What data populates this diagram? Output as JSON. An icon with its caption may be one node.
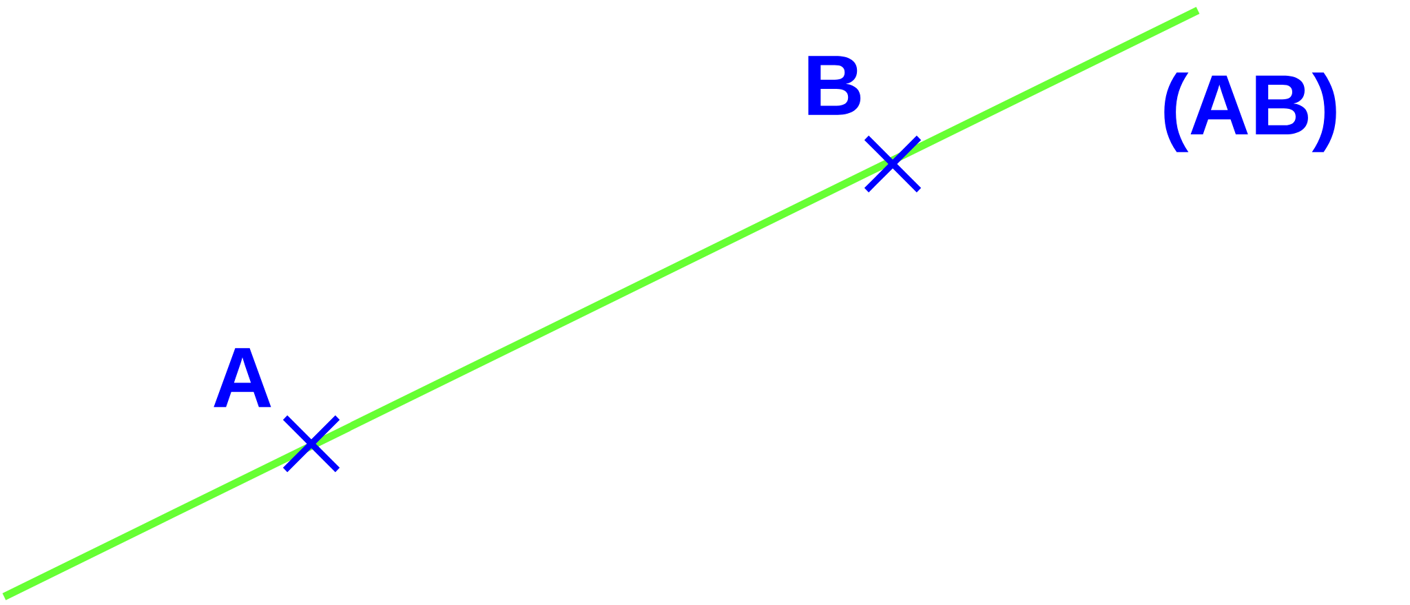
{
  "diagram": {
    "labels": [
      "B",
      "(AB)",
      "A"
    ]
  }
}
